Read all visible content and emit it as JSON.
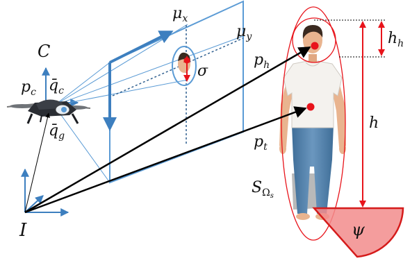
{
  "diagram": {
    "labels": {
      "camera_frame": "C",
      "inertial_frame": "I",
      "camera_position": "p",
      "camera_position_sub": "c",
      "camera_orientation": "q̄",
      "camera_orientation_sub": "c",
      "gimbal_orientation": "q̄",
      "gimbal_orientation_sub": "g",
      "mu_x": "μ",
      "mu_x_sub": "x",
      "mu_y": "μ",
      "mu_y_sub": "y",
      "sigma": "σ",
      "head_position": "p",
      "head_position_sub": "h",
      "torso_position": "p",
      "torso_position_sub": "t",
      "head_height": "h",
      "head_height_sub": "h",
      "person_height": "h",
      "shadow_region": "S",
      "shadow_region_sub": "Ω",
      "shadow_region_subsub": "s",
      "orientation_angle": "ψ"
    },
    "colors": {
      "frame_blue": "#3d7fbf",
      "image_plane_blue": "#5b9bd5",
      "ray_black": "#000000",
      "annotation_red": "#e8141b",
      "sector_fill": "#f28c8c",
      "sector_edge": "#d51b1b",
      "drone_body": "#2a2d33",
      "shirt": "#f4f2ee",
      "jeans": "#4f7ea8",
      "skin": "#e9b48f",
      "hair": "#3a2a20"
    },
    "icons": [
      "drone-icon",
      "person-figure"
    ]
  }
}
